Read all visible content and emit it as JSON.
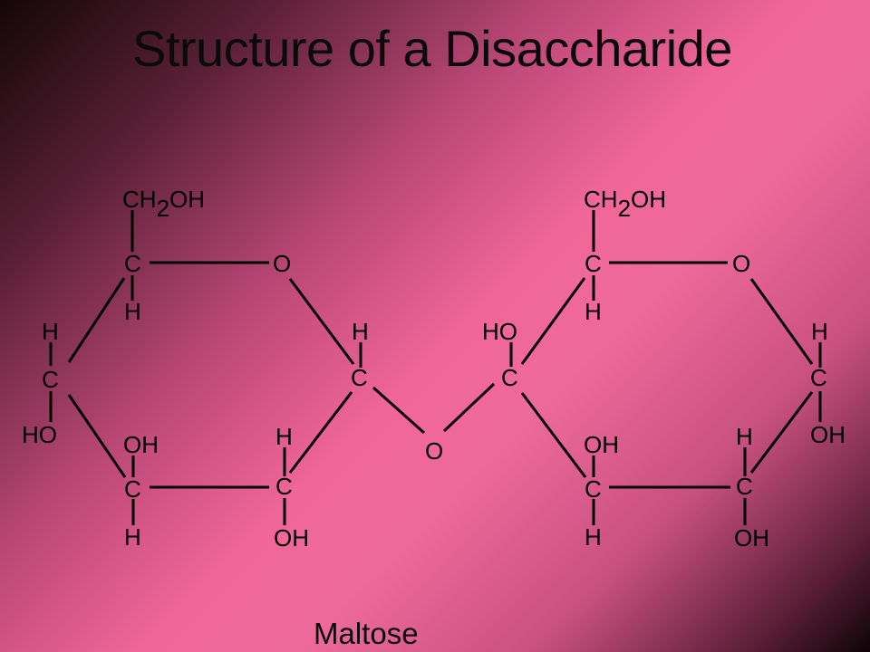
{
  "title": "Structure of a Disaccharide",
  "caption": "Maltose",
  "colors": {
    "text": "#000000",
    "background_center": "#f06698",
    "background_corners": "#140608"
  },
  "atoms": {
    "carbon": "C",
    "oxygen": "O",
    "hydrogen": "H",
    "hydroxyl": "OH",
    "hydroxyl_left": "HO",
    "ch2_prefix": "CH",
    "ch2_subscript": "2",
    "ch2_suffix": "OH"
  }
}
